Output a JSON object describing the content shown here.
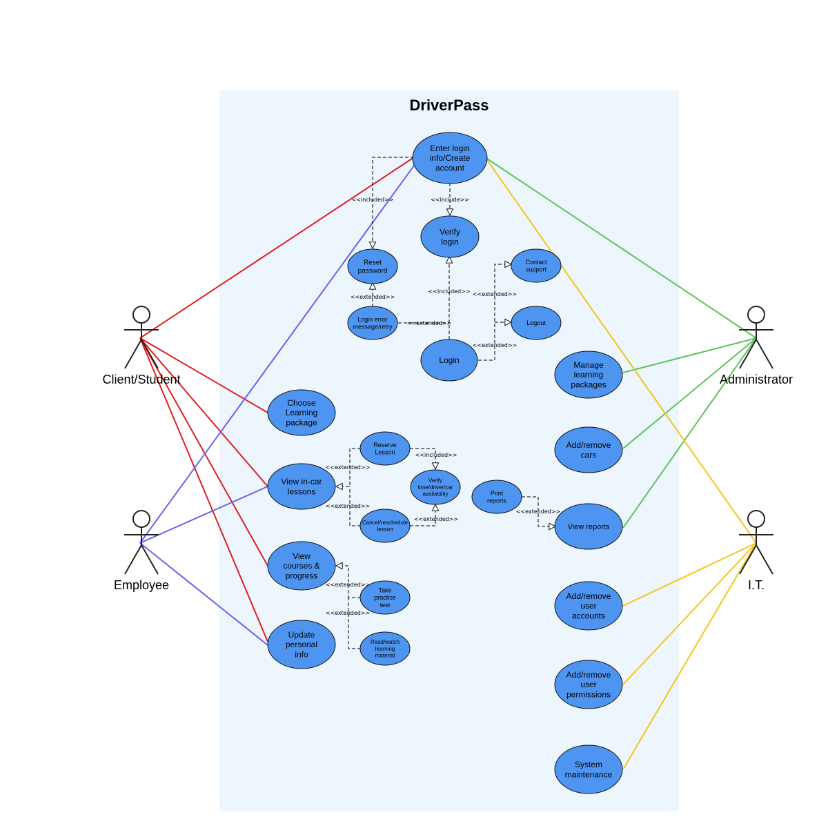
{
  "system": {
    "title": "DriverPass"
  },
  "colors": {
    "system_bg": "#edf5fd",
    "usecase_fill": "#4e95f2",
    "client": "#e01e1e",
    "employee": "#6563ee",
    "admin": "#5ec15a",
    "it": "#f5c518"
  },
  "actors": {
    "client": "Client/Student",
    "employee": "Employee",
    "admin": "Administrator",
    "it": "I.T."
  },
  "usecases": {
    "enter_login": [
      "Enter login",
      "info/Create",
      "account"
    ],
    "verify_login": [
      "Verify",
      "login"
    ],
    "reset_password": [
      "Reset",
      "password"
    ],
    "contact_support": [
      "Contact",
      "support"
    ],
    "login_error": [
      "Login error",
      "message/retry"
    ],
    "logout": [
      "Logout"
    ],
    "login": [
      "Login"
    ],
    "manage_packages": [
      "Manage",
      "learning",
      "packages"
    ],
    "choose_package": [
      "Choose",
      "Learning",
      "package"
    ],
    "reserve_lesson": [
      "Reserve",
      "Lesson"
    ],
    "verify_availability": [
      "Verify",
      "time/driver/car",
      "availability"
    ],
    "view_lessons": [
      "View in-car",
      "lessons"
    ],
    "cancel_lesson": [
      "Cancel/reschedule",
      "lesson"
    ],
    "add_cars": [
      "Add/remove",
      "cars"
    ],
    "print_reports": [
      "Print",
      "reports"
    ],
    "view_reports": [
      "View reports"
    ],
    "view_courses": [
      "View",
      "courses &",
      "progress"
    ],
    "take_test": [
      "Take",
      "practice",
      "test"
    ],
    "update_info": [
      "Update",
      "personal",
      "info"
    ],
    "read_material": [
      "Read/watch",
      "learning",
      "material"
    ],
    "add_accounts": [
      "Add/remove",
      "user",
      "accounts"
    ],
    "add_permissions": [
      "Add/remove",
      "user",
      "permissions"
    ],
    "maintenance": [
      "System",
      "maintenance"
    ]
  },
  "relations": {
    "included": "<<included>>",
    "include": "<<include>>",
    "extended": "<<extended>>"
  }
}
